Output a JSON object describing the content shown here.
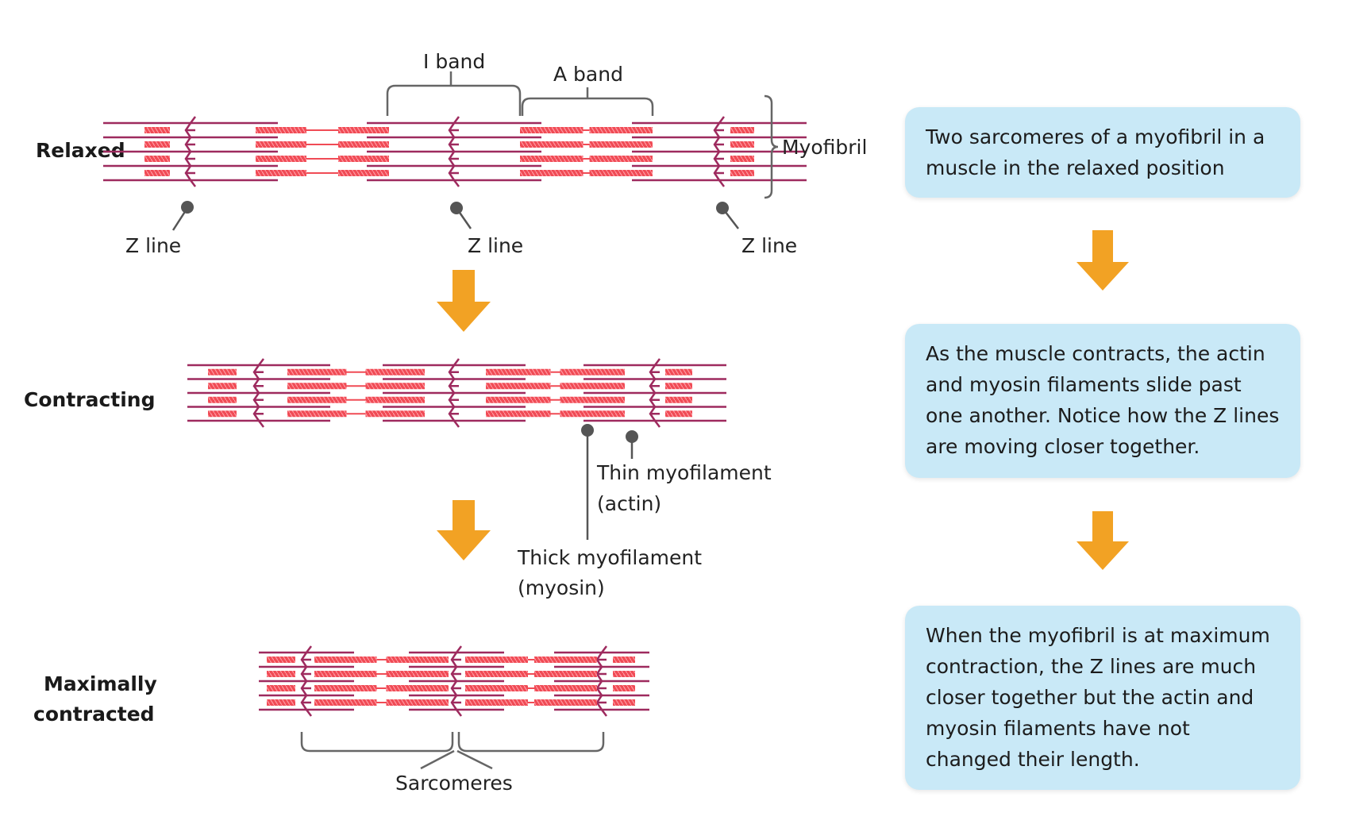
{
  "states": {
    "relaxed": "Relaxed",
    "contracting": "Contracting",
    "max_line1": "Maximally",
    "max_line2": "contracted"
  },
  "labels": {
    "i_band": "I band",
    "a_band": "A band",
    "myofibril": "Myofibril",
    "z_line": "Z line",
    "thin_line1": "Thin myofilament",
    "thin_line2": "(actin)",
    "thick_line1": "Thick myofilament",
    "thick_line2": "(myosin)",
    "sarcomeres": "Sarcomeres"
  },
  "boxes": [
    "Two sarcomeres of a myofibril in a muscle in the relaxed position",
    "As the muscle contracts, the actin and myosin filaments slide past one another. Notice how the Z lines are moving closer together.",
    "When the myofibril is at maximum contraction, the Z lines are much closer together but the actin and myosin filaments have not changed their length."
  ],
  "colors": {
    "actin": "#9e2a5e",
    "myosin": "#f04b55",
    "arrow": "#f2a224",
    "box": "#c9e9f7"
  }
}
